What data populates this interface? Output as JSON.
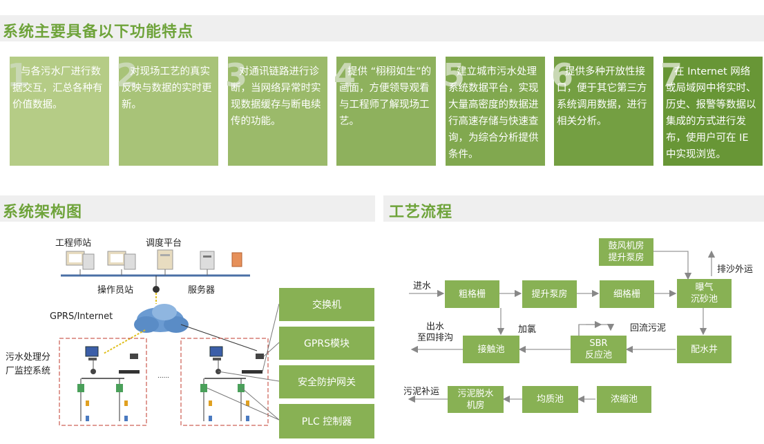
{
  "sections": {
    "features_title": "系统主要具备以下功能特点",
    "architecture_title": "系统架构图",
    "process_title": "工艺流程"
  },
  "features": [
    {
      "num": "1",
      "text": "与各污水厂进行数据交互，汇总各种有价值数据。",
      "color": "#b5cc86"
    },
    {
      "num": "2",
      "text": "对现场工艺的真实反映与数据的实时更新。",
      "color": "#a8c378"
    },
    {
      "num": "3",
      "text": "对通讯链路进行诊断，当网络异常时实现数据缓存与断电续传的功能。",
      "color": "#9bba6a"
    },
    {
      "num": "4",
      "text": "提供 “栩栩如生”的画面，方便领导观看与工程师了解现场工艺。",
      "color": "#8eb15d"
    },
    {
      "num": "5",
      "text": "建立城市污水处理系统数据平台，实现大量高密度的数据进行高速存储与快速查询，为综合分析提供条件。",
      "color": "#81a84f"
    },
    {
      "num": "6",
      "text": "提供多种开放性接口，便于其它第三方系统调用数据，进行相关分析。",
      "color": "#749f42"
    },
    {
      "num": "7",
      "text": "在 Internet 网络或局域网中将实时、历史、报警等数据以集成的方式进行发布，使用户可在 IE 中实现浏览。",
      "color": "#689636"
    }
  ],
  "architecture": {
    "engineer_station": "工程师站",
    "dispatch_platform": "调度平台",
    "operator_station": "操作员站",
    "server": "服务器",
    "network": "GPRS/Internet",
    "plant_monitor": "污水处理分厂监控系统",
    "ellipsis": "......",
    "legend": [
      "交换机",
      "GPRS模块",
      "安全防护网关",
      "PLC 控制器"
    ]
  },
  "process": {
    "boxes": {
      "coarse_screen": "粗格栅",
      "lift_pump": "提升泵房",
      "fine_screen": "细格栅",
      "aerated_grit": "曝气\n沉砂池",
      "blower_room": "鼓风机房\n提升泵房",
      "distribution_well": "配水井",
      "sbr": "SBR\n反应池",
      "contact_tank": "接触池",
      "thickener": "浓缩池",
      "homogenizer": "均质池",
      "dewatering": "污泥脱水\n机房"
    },
    "labels": {
      "inflow": "进水",
      "sand_out": "排沙外运",
      "outflow": "出水\n至四排沟",
      "chlorine": "加氯",
      "return_sludge": "回流污泥",
      "sludge_out": "污泥补运"
    }
  }
}
